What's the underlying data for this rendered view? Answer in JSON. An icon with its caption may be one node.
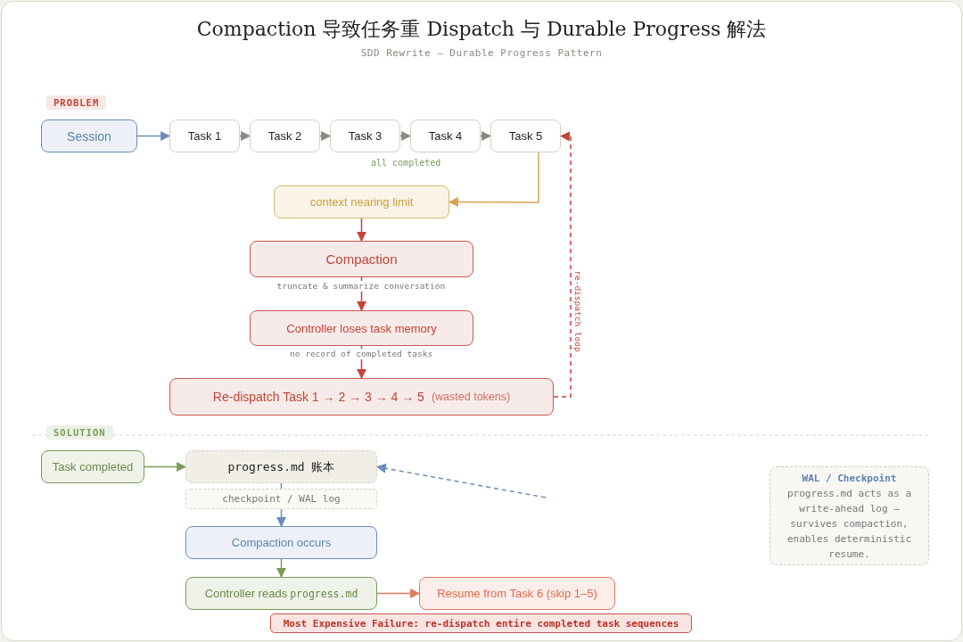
{
  "diagram": {
    "title": "Compaction 导致任务重 Dispatch 与 Durable Progress 解法",
    "caption": "SDD Rewrite — Durable Progress Pattern",
    "nodes": [
      {
        "text": [
          "Session"
        ]
      },
      {
        "text": [
          "Task 1"
        ]
      },
      {
        "text": [
          "Task 2"
        ]
      },
      {
        "text": [
          "Task 3"
        ]
      },
      {
        "text": [
          "Task 4"
        ]
      },
      {
        "text": [
          "Task 5"
        ]
      },
      {
        "text": [
          "context nearing limit"
        ]
      },
      {
        "text": [
          "Compaction"
        ]
      },
      {
        "text": [
          "Controller loses task memory"
        ]
      },
      {
        "text": [
          "Re-dispatch Task 1 → 2 → 3 → 4 → 5",
          "(wasted tokens)"
        ]
      },
      {
        "text": [
          "Task completed"
        ]
      },
      {
        "text": [
          "progress.md 账本"
        ]
      },
      {
        "text": [
          "checkpoint / WAL log"
        ]
      },
      {
        "text": [
          "Compaction occurs"
        ]
      },
      {
        "text": [
          "Controller reads",
          "progress.md"
        ]
      },
      {
        "text": [
          "Resume from Task 6 (skip 1–5)"
        ]
      },
      {
        "text": [
          "Most Expensive Failure: re-dispatch entire completed task sequences"
        ]
      },
      {
        "text": [
          "WAL / Checkpoint",
          "progress.md acts as a write-ahead log — survives compaction, enables deterministic resume."
        ]
      }
    ],
    "edges": [
      {
        "from": 0,
        "to": 1,
        "arrow": "to",
        "color": "#6b8cba"
      },
      {
        "from": 1,
        "to": 2,
        "arrow": "to"
      },
      {
        "from": 2,
        "to": 3,
        "arrow": "to"
      },
      {
        "from": 3,
        "to": 4,
        "arrow": "to"
      },
      {
        "from": 4,
        "to": 5,
        "arrow": "to"
      },
      {
        "from": 5,
        "to": 6,
        "arrow": "to",
        "color": "#d4a550"
      },
      {
        "from": 6,
        "to": 7,
        "arrow": "to",
        "color": "#c0463c"
      },
      {
        "from": 7,
        "to": 8,
        "arrow": "to",
        "color": "#c0463c",
        "label": "truncate & summarize conversation"
      },
      {
        "from": 8,
        "to": 9,
        "arrow": "to",
        "color": "#c0463c",
        "label": "no record of completed tasks"
      },
      {
        "from": 9,
        "to": 5,
        "arrow": "to",
        "color": "#c0463c",
        "style": "dashed",
        "label": "re-dispatch loop"
      },
      {
        "from": 10,
        "to": 11,
        "arrow": "to",
        "color": "#7a9a5a"
      },
      {
        "from": 11,
        "to": 12,
        "arrow": "none",
        "color": "#6b8cba"
      },
      {
        "from": 12,
        "to": 13,
        "arrow": "to",
        "color": "#6b8cba"
      },
      {
        "from": 13,
        "to": 14,
        "arrow": "to",
        "color": "#7a9a5a"
      },
      {
        "from": 14,
        "to": 15,
        "arrow": "to",
        "color": "#e07a5f"
      },
      {
        "from": null,
        "to": 11,
        "arrow": "to",
        "color": "#6b8cba",
        "style": "dashed"
      }
    ],
    "labels": [
      "PROBLEM",
      "all completed",
      "SOLUTION"
    ]
  }
}
